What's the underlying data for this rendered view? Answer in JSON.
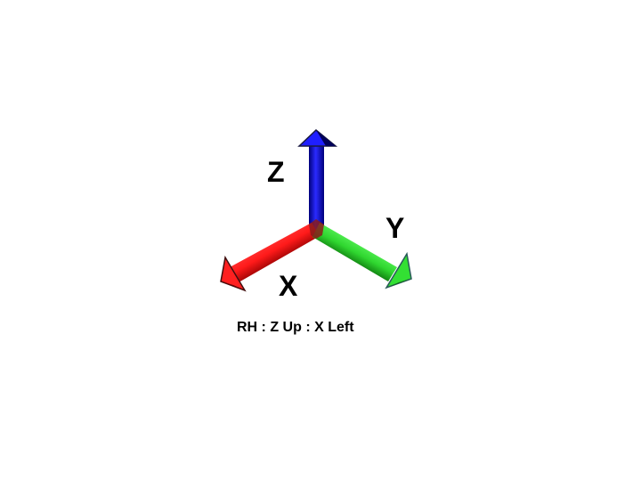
{
  "axes": [
    {
      "label": "X",
      "color": "#ff2020",
      "dark": "#8c0000"
    },
    {
      "label": "Y",
      "color": "#33e033",
      "dark": "#0f7a0f"
    },
    {
      "label": "Z",
      "color": "#1f1fff",
      "dark": "#00007a"
    }
  ],
  "caption": "RH : Z Up : X Left"
}
